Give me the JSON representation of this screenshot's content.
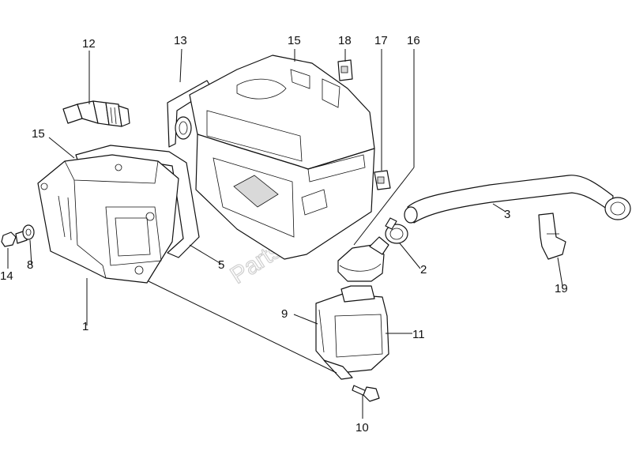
{
  "watermark": "PartsRepublik",
  "callouts": [
    {
      "id": "1",
      "label": "1"
    },
    {
      "id": "2",
      "label": "2"
    },
    {
      "id": "3",
      "label": "3"
    },
    {
      "id": "5",
      "label": "5"
    },
    {
      "id": "8",
      "label": "8"
    },
    {
      "id": "9",
      "label": "9"
    },
    {
      "id": "10",
      "label": "10"
    },
    {
      "id": "11",
      "label": "11"
    },
    {
      "id": "12",
      "label": "12"
    },
    {
      "id": "13",
      "label": "13"
    },
    {
      "id": "14",
      "label": "14"
    },
    {
      "id": "15a",
      "label": "15"
    },
    {
      "id": "15b",
      "label": "15"
    },
    {
      "id": "16",
      "label": "16"
    },
    {
      "id": "17",
      "label": "17"
    },
    {
      "id": "18",
      "label": "18"
    },
    {
      "id": "19",
      "label": "19"
    }
  ]
}
